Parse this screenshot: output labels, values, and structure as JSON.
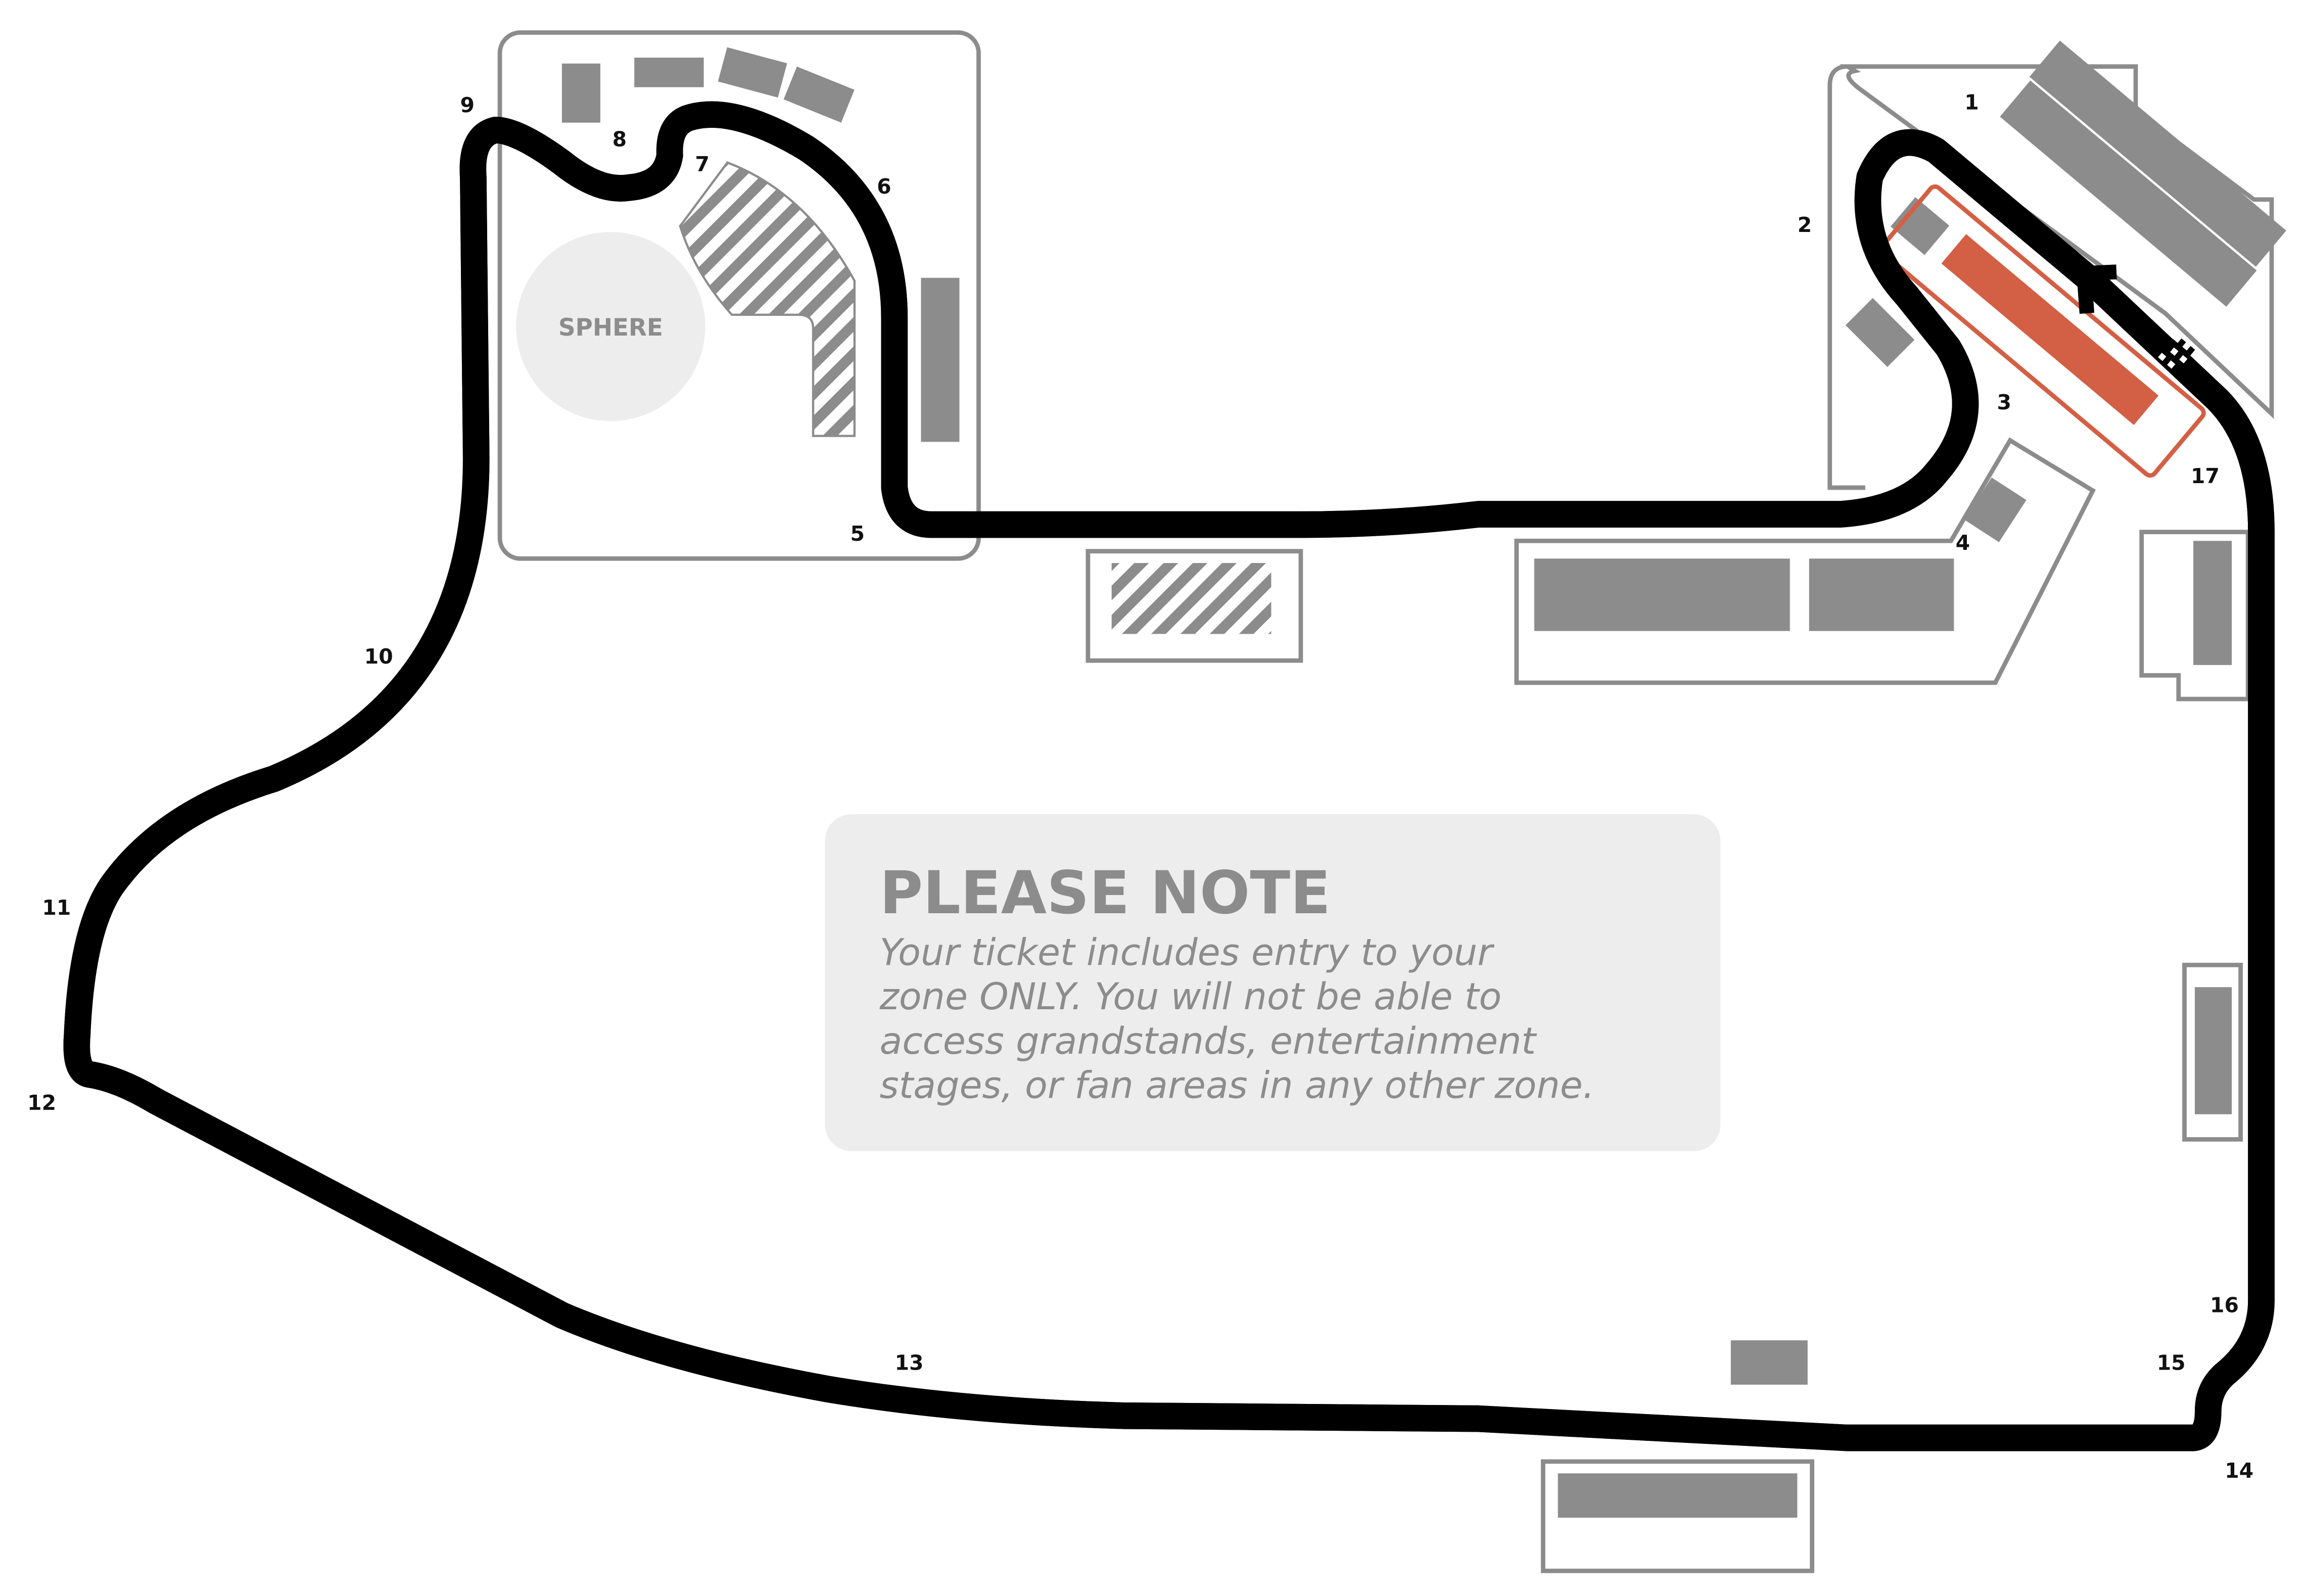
{
  "map": {
    "venue_label": "SPHERE",
    "turn_labels": [
      "1",
      "2",
      "3",
      "4",
      "5",
      "6",
      "7",
      "8",
      "9",
      "10",
      "11",
      "12",
      "13",
      "14",
      "15",
      "16",
      "17"
    ]
  },
  "note": {
    "title": "PLEASE NOTE",
    "lines": [
      "Your ticket includes entry to your",
      "zone ONLY. You will not be able to",
      "access grandstands, entertainment",
      "stages, or fan areas in any other zone."
    ]
  },
  "colors": {
    "highlight_zone": "#d35f45",
    "structure_gray": "#8c8c8c",
    "note_background": "#ededed",
    "track": "#000000"
  }
}
